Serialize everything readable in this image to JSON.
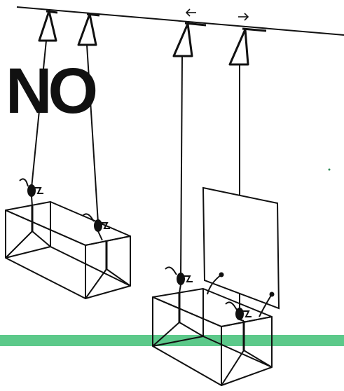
{
  "diagram": {
    "label": "NO",
    "colors": {
      "ink": "#111111",
      "ground": "#5cc98a",
      "background": "#ffffff",
      "panel": "#ffffff"
    },
    "arrows": [
      "left-arrow",
      "right-arrow"
    ]
  }
}
